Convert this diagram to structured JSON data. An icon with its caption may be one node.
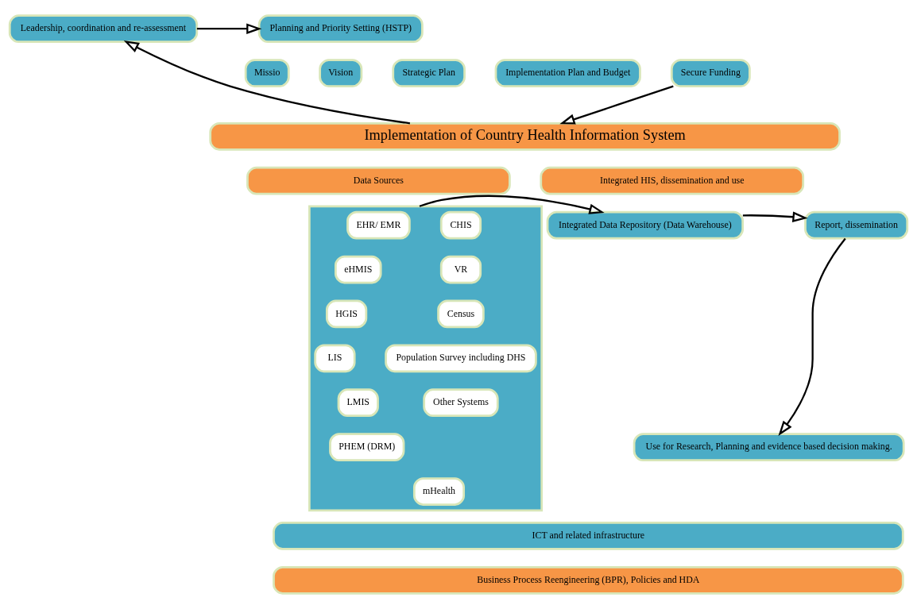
{
  "diagram": {
    "nodes": [
      {
        "text": [
          "Leadership, coordination and re-assessment"
        ]
      },
      {
        "text": [
          "Planning and Priority Setting (HSTP)"
        ]
      },
      {
        "text": [
          "Missio"
        ]
      },
      {
        "text": [
          "Vision"
        ]
      },
      {
        "text": [
          "Strategic Plan"
        ]
      },
      {
        "text": [
          "Implementation Plan and Budget"
        ]
      },
      {
        "text": [
          "Secure Funding"
        ]
      },
      {
        "text": [
          "Implementation of Country Health Information System"
        ]
      },
      {
        "text": [
          "Data Sources"
        ]
      },
      {
        "text": [
          "Integrated HIS, dissemination and use"
        ]
      },
      {
        "text": [],
        "shape": "box"
      },
      {
        "text": [
          "EHR/ EMR"
        ],
        "in": 10
      },
      {
        "text": [
          "eHMIS"
        ],
        "in": 10
      },
      {
        "text": [
          "HGIS"
        ],
        "in": 10
      },
      {
        "text": [
          "LIS"
        ],
        "in": 10
      },
      {
        "text": [
          "LMIS"
        ],
        "in": 10
      },
      {
        "text": [
          "PHEM (DRM)"
        ],
        "in": 10
      },
      {
        "text": [
          "mHealth"
        ],
        "in": 10
      },
      {
        "text": [
          "CHIS"
        ],
        "in": 10
      },
      {
        "text": [
          "VR"
        ],
        "in": 10
      },
      {
        "text": [
          "Census"
        ],
        "in": 10
      },
      {
        "text": [
          "Population Survey including DHS"
        ],
        "in": 10
      },
      {
        "text": [
          "Other Systems"
        ],
        "in": 10
      },
      {
        "text": [
          "Integrated Data Repository (Data Warehouse)"
        ]
      },
      {
        "text": [
          "Report, dissemination"
        ]
      },
      {
        "text": [
          "Use for Research, Planning and evidence based decision making."
        ]
      },
      {
        "text": [
          "ICT and related infrastructure"
        ]
      },
      {
        "text": [
          "Business Process Reengineering (BPR), Policies and HDA"
        ]
      }
    ],
    "edges": [
      {
        "from": 7,
        "to": 0,
        "arrow": "to"
      },
      {
        "from": 0,
        "to": 1,
        "arrow": "to"
      },
      {
        "from": 6,
        "to": 7,
        "arrow": "to"
      },
      {
        "from": 10,
        "to": 23,
        "arrow": "to"
      },
      {
        "from": 23,
        "to": 24,
        "arrow": "to"
      },
      {
        "from": 24,
        "to": 25,
        "arrow": "to"
      }
    ]
  }
}
